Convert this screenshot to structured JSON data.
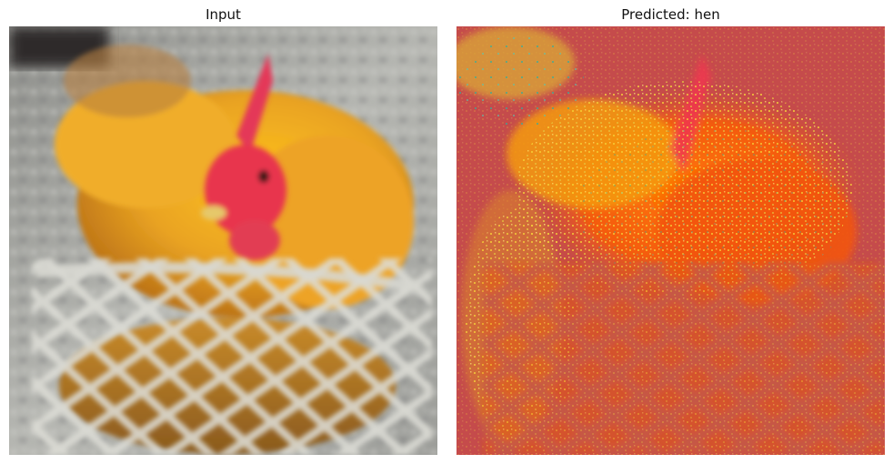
{
  "panels": [
    {
      "title": "Input",
      "image": "blurry-photo-of-orange-rooster-behind-white-net"
    },
    {
      "title": "Predicted: hen",
      "image": "saliency-heatmap-overlay-on-rooster-photo"
    }
  ],
  "colors": {
    "background": "#ffffff",
    "heatmap_base": "#c04a4a",
    "heatmap_hot": "#ff6a00",
    "heatmap_peak": "#f2d23a",
    "heatmap_cool": "#35b0a0",
    "feather": "#e9a322",
    "comb": "#e8355a",
    "net": "#d7d7d2",
    "ground": "#a9aaa6"
  }
}
